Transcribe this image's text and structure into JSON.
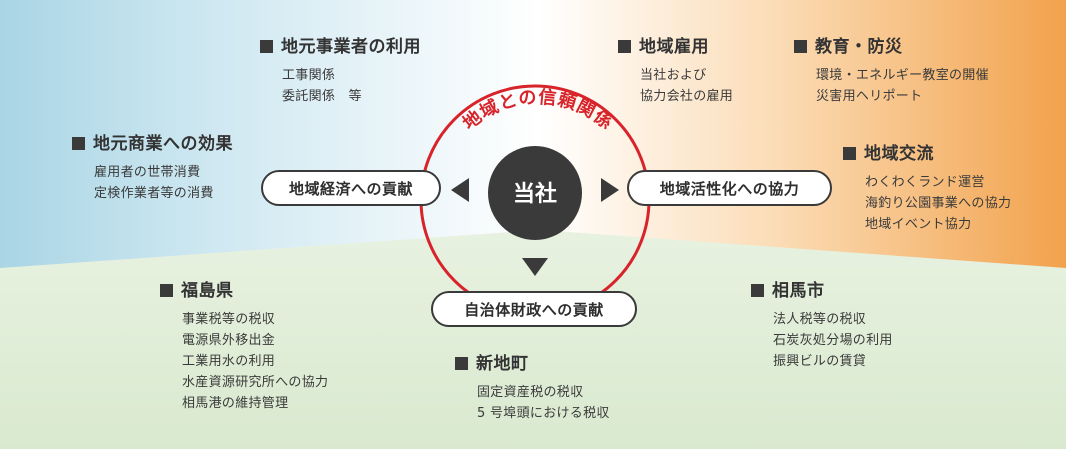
{
  "center": {
    "label": "当社",
    "ring_text": "地域との信頼関係"
  },
  "contributions": {
    "economy": "地域経済への貢献",
    "activation": "地域活性化への協力",
    "finance": "自治体財政への貢献"
  },
  "blocks": {
    "local_business": {
      "title": "地元事業者の利用",
      "items": [
        "工事関係",
        "委託関係　等"
      ]
    },
    "commerce": {
      "title": "地元商業への効果",
      "items": [
        "雇用者の世帯消費",
        "定検作業者等の消費"
      ]
    },
    "employment": {
      "title": "地域雇用",
      "items": [
        "当社および",
        "協力会社の雇用"
      ]
    },
    "education": {
      "title": "教育・防災",
      "items": [
        "環境・エネルギー教室の開催",
        "災害用ヘリポート"
      ]
    },
    "exchange": {
      "title": "地域交流",
      "items": [
        "わくわくランド運営",
        "海釣り公園事業への協力",
        "地域イベント協力"
      ]
    },
    "fukushima": {
      "title": "福島県",
      "items": [
        "事業税等の税収",
        "電源県外移出金",
        "工業用水の利用",
        "水産資源研究所への協力",
        "相馬港の維持管理"
      ]
    },
    "shinchi": {
      "title": "新地町",
      "items": [
        "固定資産税の税収",
        "5 号埠頭における税収"
      ]
    },
    "soma": {
      "title": "相馬市",
      "items": [
        "法人税等の税収",
        "石炭灰処分場の利用",
        "振興ビルの賃貸"
      ]
    }
  },
  "colors": {
    "accent_red": "#d8232a",
    "dark": "#3a3a3a",
    "blue_bg": "#a8d4e4",
    "orange_bg": "#f2a450",
    "green_bg": "#dcebd2"
  }
}
